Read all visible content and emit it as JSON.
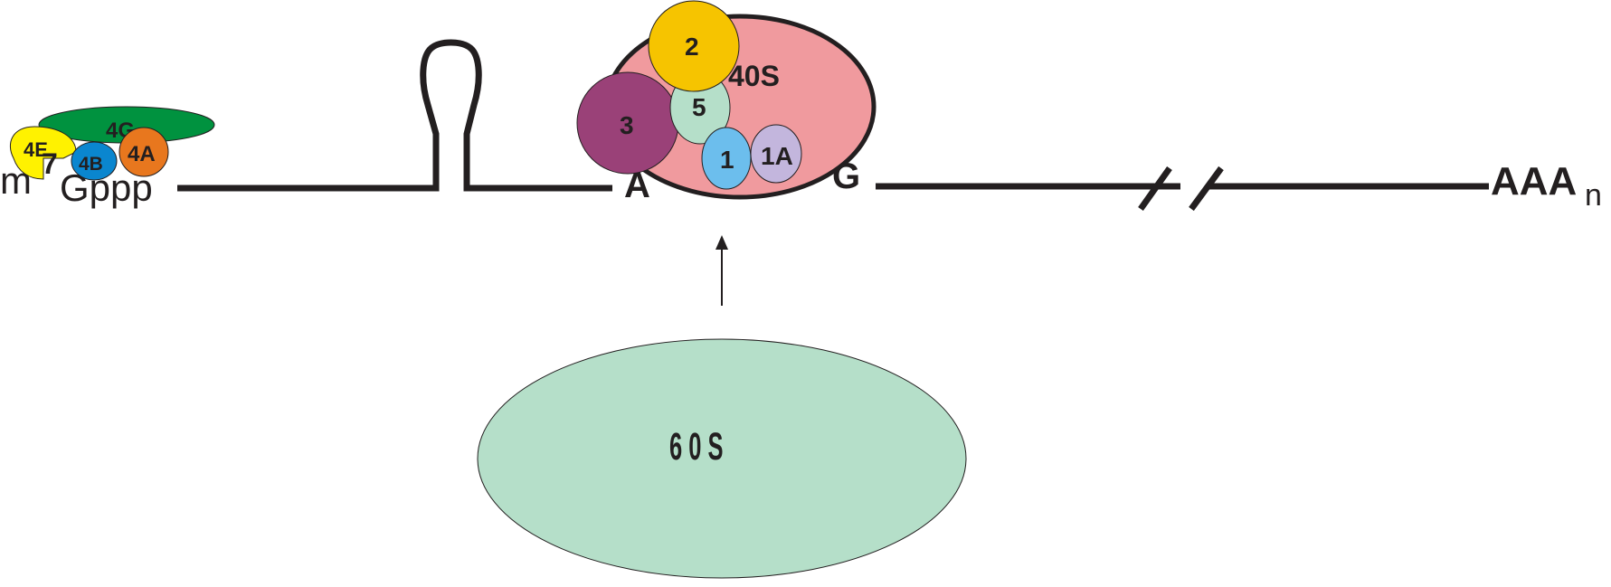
{
  "cap": {
    "m": "m",
    "seven": "7",
    "gppp": "Gppp"
  },
  "factors": {
    "e4G": "4G",
    "e4E": "4E",
    "e4B": "4B",
    "e4A": "4A",
    "e2": "2",
    "e3": "3",
    "e5": "5",
    "e1": "1",
    "e1A": "1A"
  },
  "subunits": {
    "small": "40S",
    "large": "6 0 S"
  },
  "start_codon_left": "A",
  "start_codon_right": "G",
  "poly_a": {
    "base": "AAA",
    "subscript": "n"
  },
  "colors": {
    "eif4g": "#00923f",
    "eif4e": "#fff200",
    "eif4b": "#0a86cf",
    "eif4a": "#e8771e",
    "eif2": "#f6c400",
    "eif3": "#9a4178",
    "eif5": "#b5dfc9",
    "eif1": "#6cbeed",
    "eif1a": "#c3b6dd",
    "ribosome_40s": "#f09a9e",
    "ribosome_60s": "#b5dfc9",
    "mrna": "#231f20"
  }
}
